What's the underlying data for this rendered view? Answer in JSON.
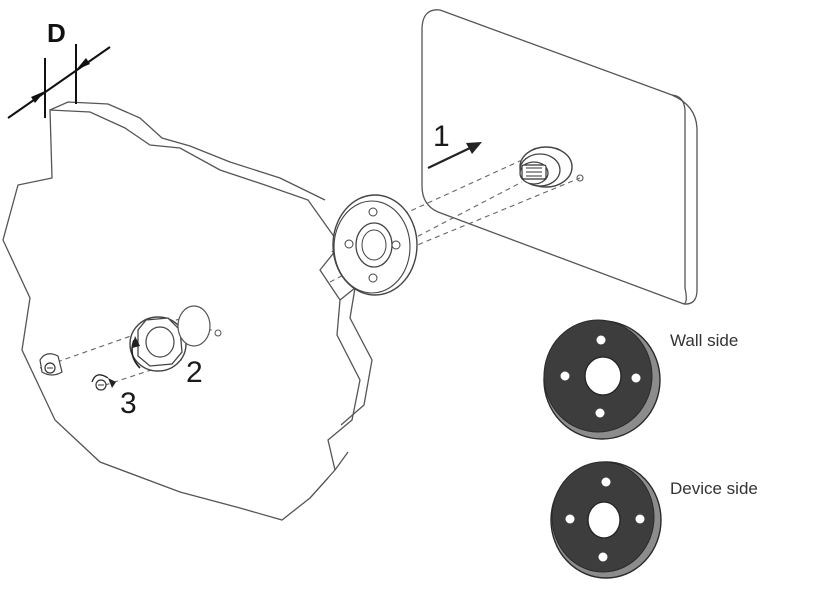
{
  "diagram": {
    "dimension_label": "D",
    "steps": [
      "1",
      "2",
      "3"
    ],
    "rosettes": {
      "wall_side_label": "Wall side",
      "device_side_label": "Device side"
    },
    "colors": {
      "line": "#555555",
      "rosette_fill": "#3d3d3d",
      "rosette_edge": "#8c8c8c",
      "background": "#ffffff"
    }
  }
}
